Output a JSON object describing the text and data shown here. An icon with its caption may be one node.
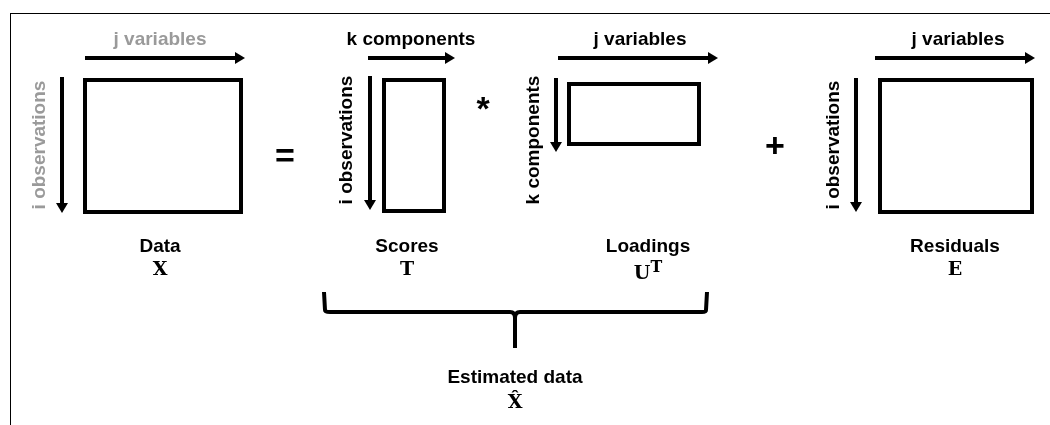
{
  "diagram": {
    "nodes": [
      {
        "text": [],
        "shape": "box",
        "beside": [
          "Data",
          "X"
        ]
      },
      {
        "text": [],
        "shape": "box",
        "beside": [
          "Scores",
          "T"
        ]
      },
      {
        "text": [],
        "shape": "box",
        "beside": [
          "Loadings",
          "U$^{T}$"
        ]
      },
      {
        "text": [],
        "shape": "box",
        "beside": [
          "Residuals",
          "E"
        ]
      }
    ],
    "edges": [],
    "labels": [
      "j variables",
      "i observations",
      "=",
      "k components",
      "i observations",
      "*",
      "j variables",
      "k components",
      "+",
      "j variables",
      "i observations",
      "Estimated data",
      "X̂"
    ]
  }
}
